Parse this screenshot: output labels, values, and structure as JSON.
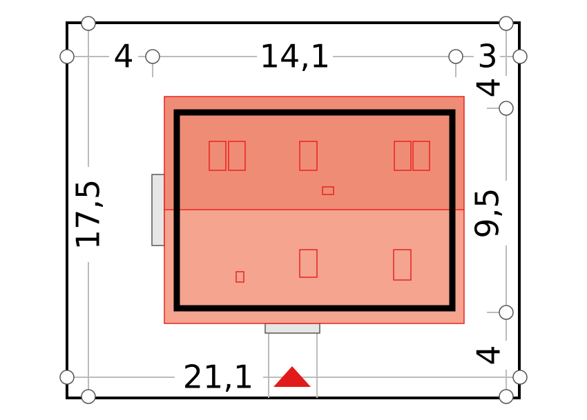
{
  "dimensions": {
    "top_left_setback": "4",
    "top_house_width": "14,1",
    "top_right_setback": "3",
    "right_top_setback": "4",
    "right_house_depth": "9,5",
    "right_bottom_setback": "4",
    "left_plot_depth": "17,5",
    "bottom_plot_width": "21,1"
  },
  "colors": {
    "plot_boundary": "#000000",
    "roof_upper": "#ef8c75",
    "roof_lower": "#f4a48f",
    "roof_outline": "#e8231f",
    "house_outline": "#000000",
    "entrance_arrow": "#e11b1b",
    "dimension_line": "#b8b8b8",
    "annex": "#e6e6e6"
  },
  "icons": {
    "entrance": "entrance-arrow-icon",
    "dimension_node": "circle-marker-icon"
  }
}
